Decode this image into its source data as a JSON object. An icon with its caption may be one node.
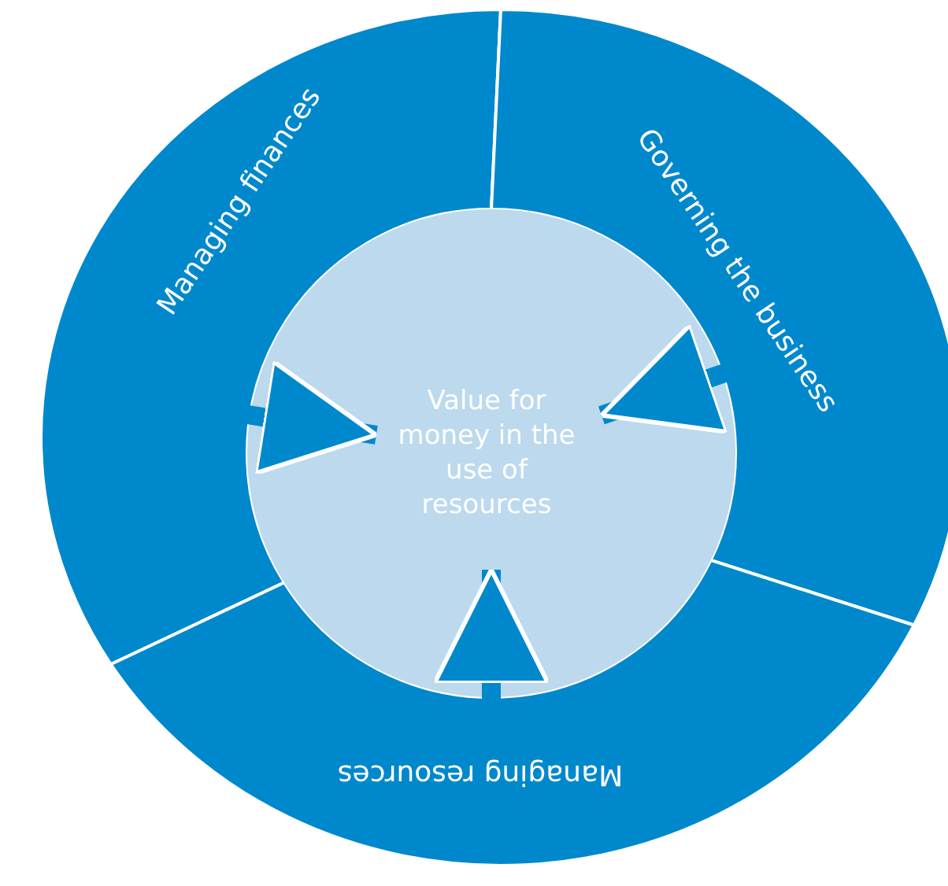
{
  "diagram": {
    "nodes": [
      {
        "text": [
          "Managing finances"
        ]
      },
      {
        "text": [
          "Governing the business"
        ]
      },
      {
        "text": [
          "Managing resources"
        ]
      },
      {
        "text": [
          "Value for money in the use of resources"
        ]
      }
    ],
    "edges": [
      {
        "from": 0,
        "to": 3,
        "arrow": "to"
      },
      {
        "from": 1,
        "to": 3,
        "arrow": "to"
      },
      {
        "from": 2,
        "to": 3,
        "arrow": "to"
      }
    ]
  }
}
